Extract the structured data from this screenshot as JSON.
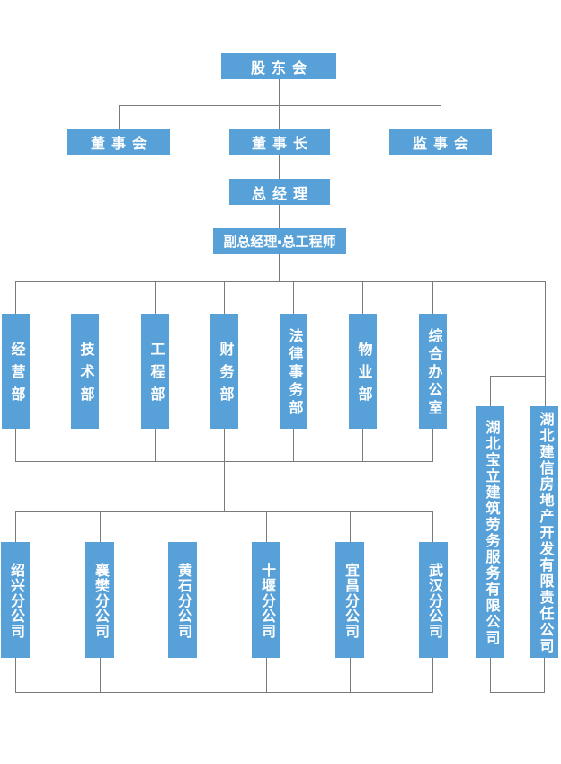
{
  "org_chart": {
    "shareholders": {
      "label": "股东会"
    },
    "board": {
      "label": "董事会"
    },
    "chairman": {
      "label": "董事长"
    },
    "supervisory": {
      "label": "监事会"
    },
    "general_manager": {
      "label": "总经理"
    },
    "deputy_gm": {
      "label": "副总经理▪总工程师"
    },
    "departments": [
      {
        "label": "经营部"
      },
      {
        "label": "技术部"
      },
      {
        "label": "工程部"
      },
      {
        "label": "财务部"
      },
      {
        "label": "法律事务部"
      },
      {
        "label": "物业部"
      },
      {
        "label": "综合办公室"
      }
    ],
    "subsidiaries": [
      {
        "label": "湖北宝立建筑劳务服务有限公司"
      },
      {
        "label": "湖北建信房地产开发有限责任公司"
      }
    ],
    "branches": [
      {
        "label": "绍兴分公司"
      },
      {
        "label": "襄樊分公司"
      },
      {
        "label": "黄石分公司"
      },
      {
        "label": "十堰分公司"
      },
      {
        "label": "宜昌分公司"
      },
      {
        "label": "武汉分公司"
      }
    ]
  },
  "colors": {
    "node_fill": "#57A1D8",
    "node_text": "#FFFFFF",
    "connector": "#7A7A7A",
    "background": "#FFFFFF"
  }
}
